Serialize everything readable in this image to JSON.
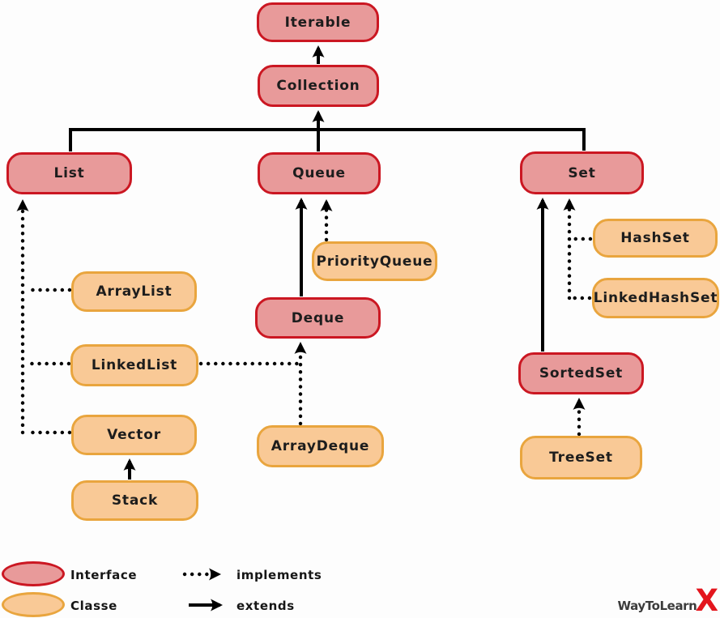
{
  "diagram": {
    "nodes": {
      "iterable": {
        "label": "Iterable",
        "kind": "interface"
      },
      "collection": {
        "label": "Collection",
        "kind": "interface"
      },
      "list": {
        "label": "List",
        "kind": "interface"
      },
      "queue": {
        "label": "Queue",
        "kind": "interface"
      },
      "set": {
        "label": "Set",
        "kind": "interface"
      },
      "deque": {
        "label": "Deque",
        "kind": "interface"
      },
      "sortedset": {
        "label": "SortedSet",
        "kind": "interface"
      },
      "arraylist": {
        "label": "ArrayList",
        "kind": "class"
      },
      "linkedlist": {
        "label": "LinkedList",
        "kind": "class"
      },
      "vector": {
        "label": "Vector",
        "kind": "class"
      },
      "stack": {
        "label": "Stack",
        "kind": "class"
      },
      "priorityqueue": {
        "label": "PriorityQueue",
        "kind": "class"
      },
      "arraydeque": {
        "label": "ArrayDeque",
        "kind": "class"
      },
      "hashset": {
        "label": "HashSet",
        "kind": "class"
      },
      "linkedhashset": {
        "label": "LinkedHashSet",
        "kind": "class"
      },
      "treeset": {
        "label": "TreeSet",
        "kind": "class"
      }
    },
    "edges": [
      {
        "from": "Collection",
        "to": "Iterable",
        "relation": "extends"
      },
      {
        "from": "List",
        "to": "Collection",
        "relation": "extends"
      },
      {
        "from": "Queue",
        "to": "Collection",
        "relation": "extends"
      },
      {
        "from": "Set",
        "to": "Collection",
        "relation": "extends"
      },
      {
        "from": "ArrayList",
        "to": "List",
        "relation": "implements"
      },
      {
        "from": "LinkedList",
        "to": "List",
        "relation": "implements"
      },
      {
        "from": "Vector",
        "to": "List",
        "relation": "implements"
      },
      {
        "from": "Stack",
        "to": "Vector",
        "relation": "extends"
      },
      {
        "from": "PriorityQueue",
        "to": "Queue",
        "relation": "implements"
      },
      {
        "from": "Deque",
        "to": "Queue",
        "relation": "extends"
      },
      {
        "from": "LinkedList",
        "to": "Deque",
        "relation": "implements"
      },
      {
        "from": "ArrayDeque",
        "to": "Deque",
        "relation": "implements"
      },
      {
        "from": "HashSet",
        "to": "Set",
        "relation": "implements"
      },
      {
        "from": "LinkedHashSet",
        "to": "Set",
        "relation": "implements"
      },
      {
        "from": "SortedSet",
        "to": "Set",
        "relation": "extends"
      },
      {
        "from": "TreeSet",
        "to": "SortedSet",
        "relation": "implements"
      }
    ],
    "legend": {
      "interface": "Interface",
      "classe": "Classe",
      "implements": "implements",
      "extends": "extends"
    },
    "colors": {
      "interface_fill": "#e89a9a",
      "interface_border": "#cb1722",
      "class_fill": "#f9c996",
      "class_border": "#e9a53e",
      "line": "#000000",
      "logo_text_color": "#3c3c3c",
      "logo_x_color": "#e3151d"
    },
    "branding": {
      "name": "WayToLearn",
      "x": "X"
    }
  }
}
